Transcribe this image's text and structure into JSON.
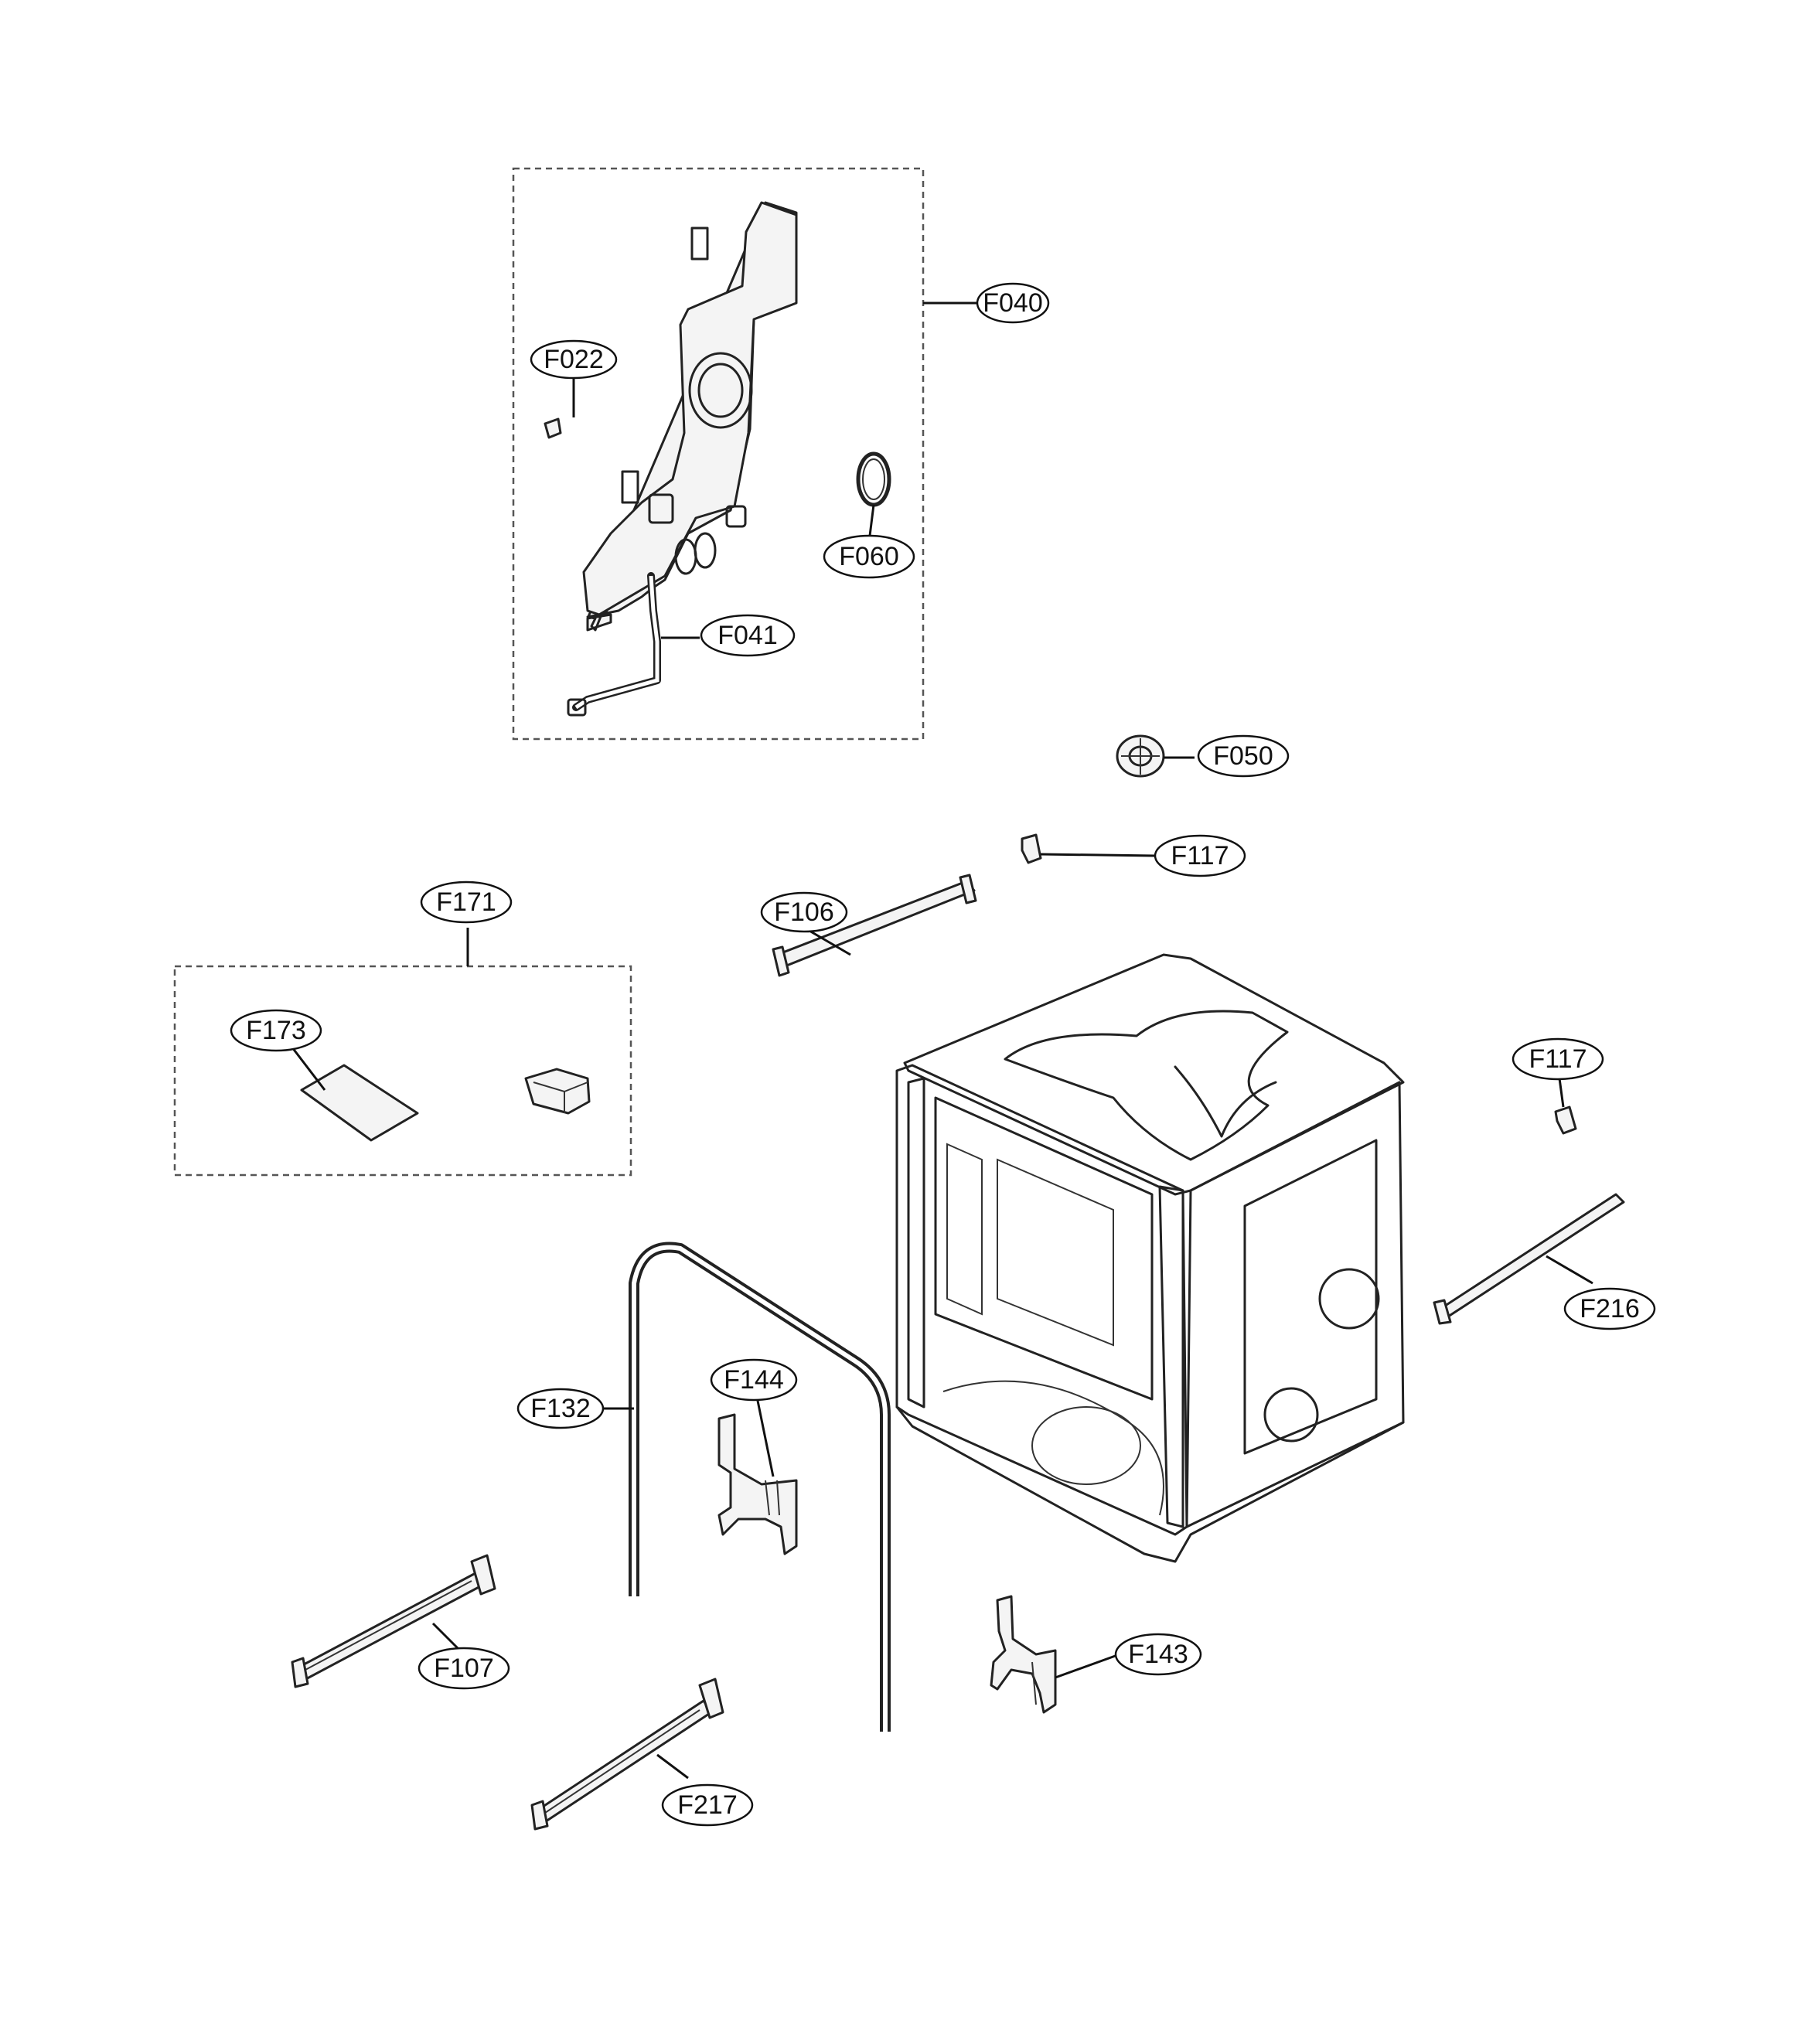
{
  "callouts": {
    "F040": "F040",
    "F022": "F022",
    "F060": "F060",
    "F041": "F041",
    "F050": "F050",
    "F117_top": "F117",
    "F106": "F106",
    "F171": "F171",
    "F173": "F173",
    "F117_right": "F117",
    "F216": "F216",
    "F144": "F144",
    "F132": "F132",
    "F107": "F107",
    "F143": "F143",
    "F217": "F217"
  }
}
